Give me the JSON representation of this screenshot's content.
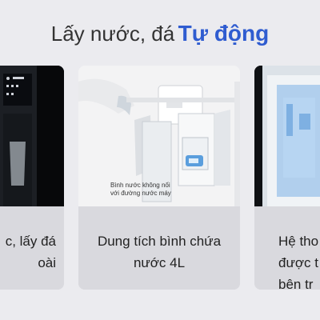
{
  "headline": {
    "plain": "Lấy nước, đá",
    "accent": "Tự động"
  },
  "cards": [
    {
      "caption_lines": [
        "c, lấy đá",
        "oài"
      ]
    },
    {
      "callout_lines": [
        "Bình nước không nối",
        "với đường nước máy"
      ],
      "caption_lines": [
        "Dung tích bình chứa",
        "nước 4L"
      ]
    },
    {
      "caption_lines": [
        "Hệ tho",
        "được t",
        "bên tr"
      ]
    }
  ],
  "colors": {
    "background": "#ebebef",
    "headline_text": "#333333",
    "headline_accent": "#2f5cd0",
    "card_caption_bg": "#d9d9de"
  }
}
